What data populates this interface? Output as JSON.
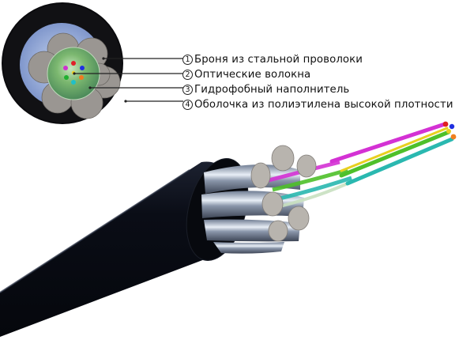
{
  "diagram": {
    "subject": "Fiber optic cable with steel wire armor",
    "cross_section": {
      "outer_sheath_color": "#0c0c10",
      "armor_wire_color": "#9c9894",
      "gel_core_color": "#6fa86a",
      "fiber_colors": [
        "#e0202a",
        "#2030e0",
        "#f07a20",
        "#20c0c8",
        "#20b030",
        "#d030d0"
      ]
    },
    "callouts": [
      {
        "number": "1",
        "symbol": "①",
        "label": "Броня из стальной проволоки"
      },
      {
        "number": "2",
        "symbol": "②",
        "label": "Оптические волокна"
      },
      {
        "number": "3",
        "symbol": "③",
        "label": "Гидрофобный наполнитель"
      },
      {
        "number": "4",
        "symbol": "④",
        "label": "Оболочка из полиэтилена высокой плотности"
      }
    ],
    "exposed_fibers": [
      {
        "color": "#d431d4",
        "tip": "#e02020"
      },
      {
        "color": "#4ec02a",
        "tip": "#2030e0"
      },
      {
        "color": "#e8d020",
        "tip": "#e8d020"
      },
      {
        "color": "#2ab8b0",
        "tip": "#f08020"
      }
    ]
  }
}
